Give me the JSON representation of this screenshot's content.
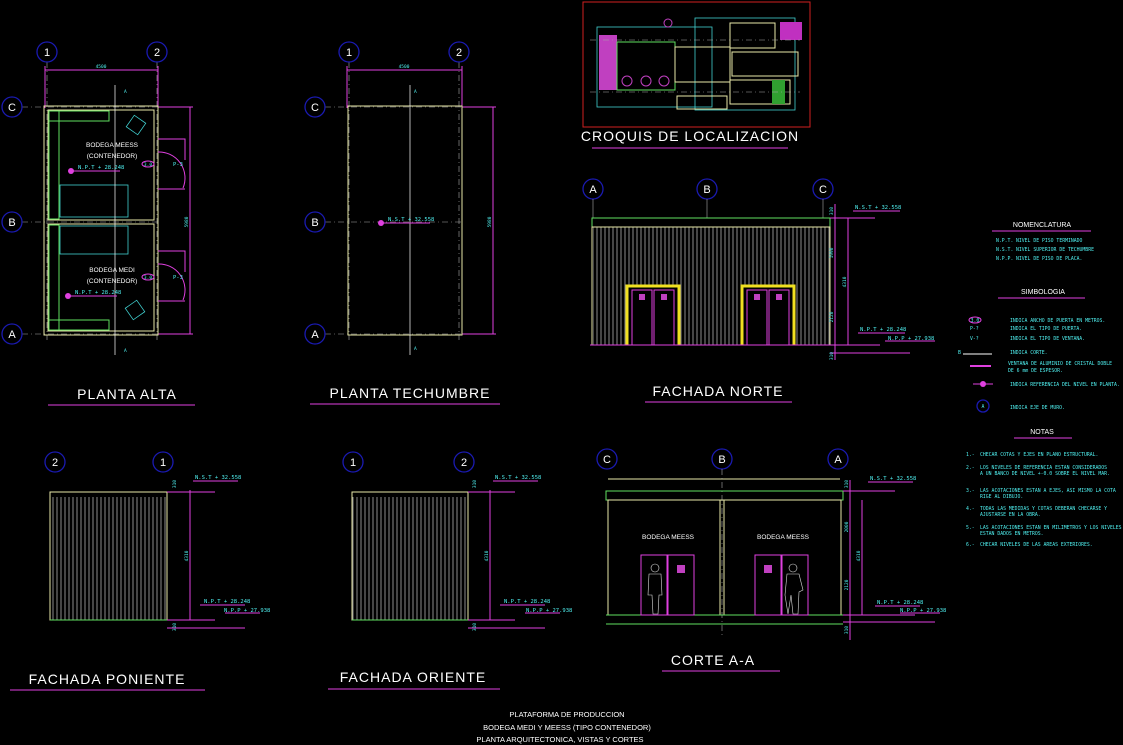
{
  "colors": {
    "background": "#000000",
    "axis_bubble": "#1a1ab0",
    "dimension": "#e040e0",
    "annotation": "#4ff0f0",
    "wall": "#e8e8a8",
    "frame": "#60e060",
    "croquis_border": "#d02020",
    "door_frame": "#f0e020"
  },
  "planta_alta": {
    "title": "PLANTA   ALTA",
    "axes_x": [
      "1",
      "2"
    ],
    "axes_y": [
      "C",
      "B",
      "A"
    ],
    "dim_width": "4500",
    "dim_length": "5980",
    "section_mark": "A",
    "rooms": [
      {
        "name": "BODEGA MEESS",
        "sub": "(CONTENEDOR)",
        "level": "N.P.T + 28.248",
        "door": "P-3",
        "door_width": "3.0"
      },
      {
        "name": "BODEGA MEDI",
        "sub": "(CONTENEDOR)",
        "level": "N.P.T + 28.248",
        "door": "P-3",
        "door_width": "3.0"
      }
    ]
  },
  "planta_techumbre": {
    "title": "PLANTA TECHUMBRE",
    "axes_x": [
      "1",
      "2"
    ],
    "axes_y": [
      "C",
      "B",
      "A"
    ],
    "dim_width": "4500",
    "dim_length": "5980",
    "level": "N.S.T + 32.558",
    "section_mark": "A"
  },
  "croquis": {
    "title": "CROQUIS   DE   LOCALIZACION"
  },
  "fachada_norte": {
    "title": "FACHADA NORTE",
    "axes": [
      "A",
      "B",
      "C"
    ],
    "levels": {
      "top": "N.S.T + 32.558",
      "floor": "N.P.T + 28.248",
      "ground": "N.P.P + 27.938"
    },
    "dims": [
      "310",
      "1990",
      "4310",
      "2120",
      "310"
    ]
  },
  "fachada_poniente": {
    "title": "FACHADA PONIENTE",
    "axes": [
      "2",
      "1"
    ],
    "levels": {
      "top": "N.S.T + 32.558",
      "floor": "N.P.T + 28.248",
      "ground": "N.P.P + 27.938"
    },
    "dims": [
      "310",
      "4310",
      "310"
    ]
  },
  "fachada_oriente": {
    "title": "FACHADA ORIENTE",
    "axes": [
      "1",
      "2"
    ],
    "levels": {
      "top": "N.S.T + 32.558",
      "floor": "N.P.T + 28.248",
      "ground": "N.P.P + 27.938"
    },
    "dims": [
      "310",
      "4310",
      "310"
    ]
  },
  "corte": {
    "title": "CORTE A-A",
    "axes": [
      "C",
      "B",
      "A"
    ],
    "rooms": [
      "BODEGA MEESS",
      "BODEGA MEESS"
    ],
    "levels": {
      "top": "N.S.T + 32.558",
      "floor": "N.P.T + 28.248",
      "ground": "N.P.P + 27.938"
    },
    "dims": [
      "310",
      "2000",
      "4310",
      "2120",
      "310"
    ]
  },
  "nomenclatura": {
    "title": "NOMENCLATURA",
    "items": [
      {
        "code": "N.P.T.",
        "text": "NIVEL DE PISO TERMINADO"
      },
      {
        "code": "N.S.T.",
        "text": "NIVEL SUPERIOR DE TECHUMBRE"
      },
      {
        "code": "N.P.P.",
        "text": "NIVEL DE PISO DE PLACA."
      }
    ]
  },
  "simbologia": {
    "title": "SIMBOLOGIA",
    "items": [
      {
        "symbol": "3.0",
        "text": "INDICA ANCHO DE PUERTA EN METROS."
      },
      {
        "symbol": "P-?",
        "text": "INDICA EL TIPO DE PUERTA."
      },
      {
        "symbol": "V-?",
        "text": "INDICA EL TIPO DE VENTANA."
      },
      {
        "symbol": "B",
        "text": "INDICA CORTE."
      },
      {
        "symbol": "",
        "text": "VENTANA DE ALUMINIO DE CRISTAL DOBLE",
        "text2": "DE 6 mm DE ESPESOR."
      },
      {
        "symbol": "",
        "text": "INDICA REFERENCIA DEL NIVEL EN PLANTA."
      },
      {
        "symbol": "A",
        "text": "INDICA EJE DE MURO."
      }
    ]
  },
  "notas": {
    "title": "NOTAS",
    "items": [
      {
        "n": "1.-",
        "l1": "CHECAR COTAS Y EJES EN PLANO ESTRUCTURAL.",
        "l2": ""
      },
      {
        "n": "2.-",
        "l1": "LOS NIVELES DE REFERENCIA ESTAN CONSIDERADOS",
        "l2": "A UN BANCO DE NIVEL +-0.0 SOBRE EL NIVEL MAR."
      },
      {
        "n": "3.-",
        "l1": "LAS ACOTACIONES ESTAN A EJES, ASI MISMO LA COTA",
        "l2": "RIGE AL DIBUJO."
      },
      {
        "n": "4.-",
        "l1": "TODAS LAS MEDIDAS Y COTAS DEBERAN CHECARSE Y",
        "l2": "AJUSTARSE EN LA OBRA."
      },
      {
        "n": "5.-",
        "l1": "LAS ACOTACIONES ESTAN EN MILIMETROS Y LOS NIVELES",
        "l2": "ESTAN DADOS EN METROS."
      },
      {
        "n": "6.-",
        "l1": "CHECAR NIVELES DE LAS AREAS EXTERIORES.",
        "l2": ""
      }
    ]
  },
  "footer": {
    "line1": "PLATAFORMA DE PRODUCCION",
    "line2": "BODEGA MEDI Y   MEESS (TIPO CONTENEDOR)",
    "line3": "PLANTA ARQUITECTONICA, VISTAS Y CORTES"
  }
}
